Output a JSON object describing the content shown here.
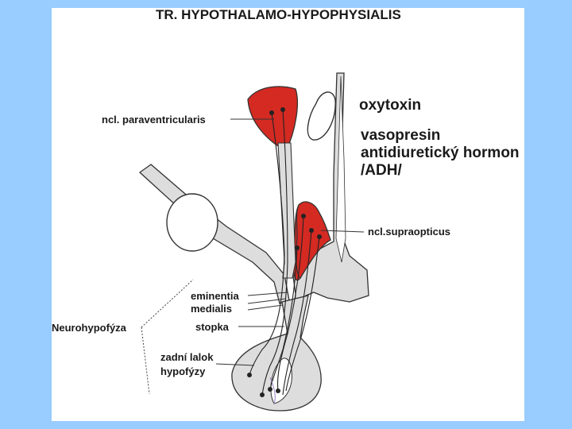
{
  "title": "TR. HYPOTHALAMO-HYPOPHYSIALIS",
  "labels": {
    "paraventricularis": "ncl. paraventricularis",
    "oxytoxin": "oxytoxin",
    "vasopresin": "vasopresin",
    "antidiureticky": "antidiuretický hormon",
    "adh": "/ADH/",
    "supraopticus": "ncl.supraopticus",
    "eminentia": "eminentia",
    "medialis": "medialis",
    "neurohypofyza": "Neurohypofýza",
    "stopka": "stopka",
    "zadni_lalok": "zadní lalok",
    "hypofyzy": "hypofýzy"
  },
  "colors": {
    "background": "#99ccff",
    "nucleus_fill": "#d42a22",
    "tissue_fill": "#dddddd",
    "outline": "#333333"
  }
}
